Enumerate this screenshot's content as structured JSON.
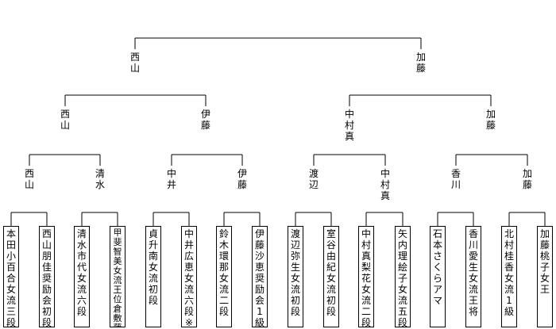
{
  "bracket": {
    "final": {
      "left": "西山",
      "right": "加藤"
    },
    "semifinals": [
      {
        "left": "西山",
        "right": "伊藤"
      },
      {
        "left": "中村真",
        "right": "加藤"
      }
    ],
    "quarterfinals": [
      {
        "left": "西山",
        "right": "清水"
      },
      {
        "left": "中井",
        "right": "伊藤"
      },
      {
        "left": "渡辺",
        "right": "中村真"
      },
      {
        "left": "香川",
        "right": "加藤"
      }
    ],
    "players": [
      "本田小百合女流三段",
      "西山朋佳奨励会初段",
      "清水市代女流六段",
      "甲斐智美女流王位倉敷藤花",
      "貞升南女流初段",
      "中井広恵女流六段※",
      "鈴木環那女流二段",
      "伊藤沙恵奨励会1級",
      "渡辺弥生女流初段",
      "室谷由紀女流初段",
      "中村真梨花女流二段",
      "矢内理絵子女流五段",
      "石本さくらアマ",
      "香川愛生女流王将",
      "北村桂香女流1級",
      "加藤桃子女王"
    ]
  }
}
